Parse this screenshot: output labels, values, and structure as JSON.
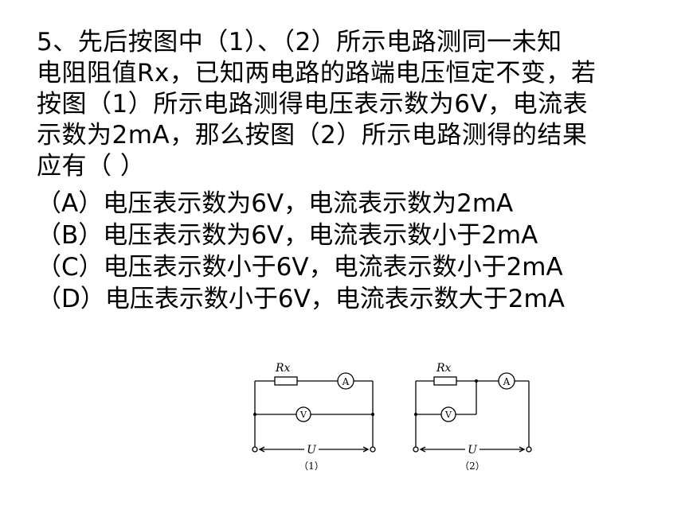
{
  "question": {
    "lines": [
      "5、先后按图中（1）、（2）所示电路测同一未知",
      "电阻阻值Rx，已知两电路的路端电压恒定不变，若",
      "按图（1）所示电路测得电压表示数为6V，电流表",
      "示数为2mA，那么按图（2）所示电路测得的结果",
      "应有（  ）"
    ]
  },
  "options": [
    "（A）电压表示数为6V，电流表示数为2mA",
    "（B）电压表示数为6V，电流表示数小于2mA",
    "（C）电压表示数小于6V，电流表示数小于2mA",
    "（D）电压表示数小于6V，电流表示数大于2mA"
  ],
  "diagram": {
    "circuit1": {
      "resistor_label": "Rx",
      "ammeter": "A",
      "voltmeter": "V",
      "voltage_label": "U",
      "caption": "（1）"
    },
    "circuit2": {
      "resistor_label": "Rx",
      "ammeter": "A",
      "voltmeter": "V",
      "voltage_label": "U",
      "caption": "（2）"
    }
  }
}
